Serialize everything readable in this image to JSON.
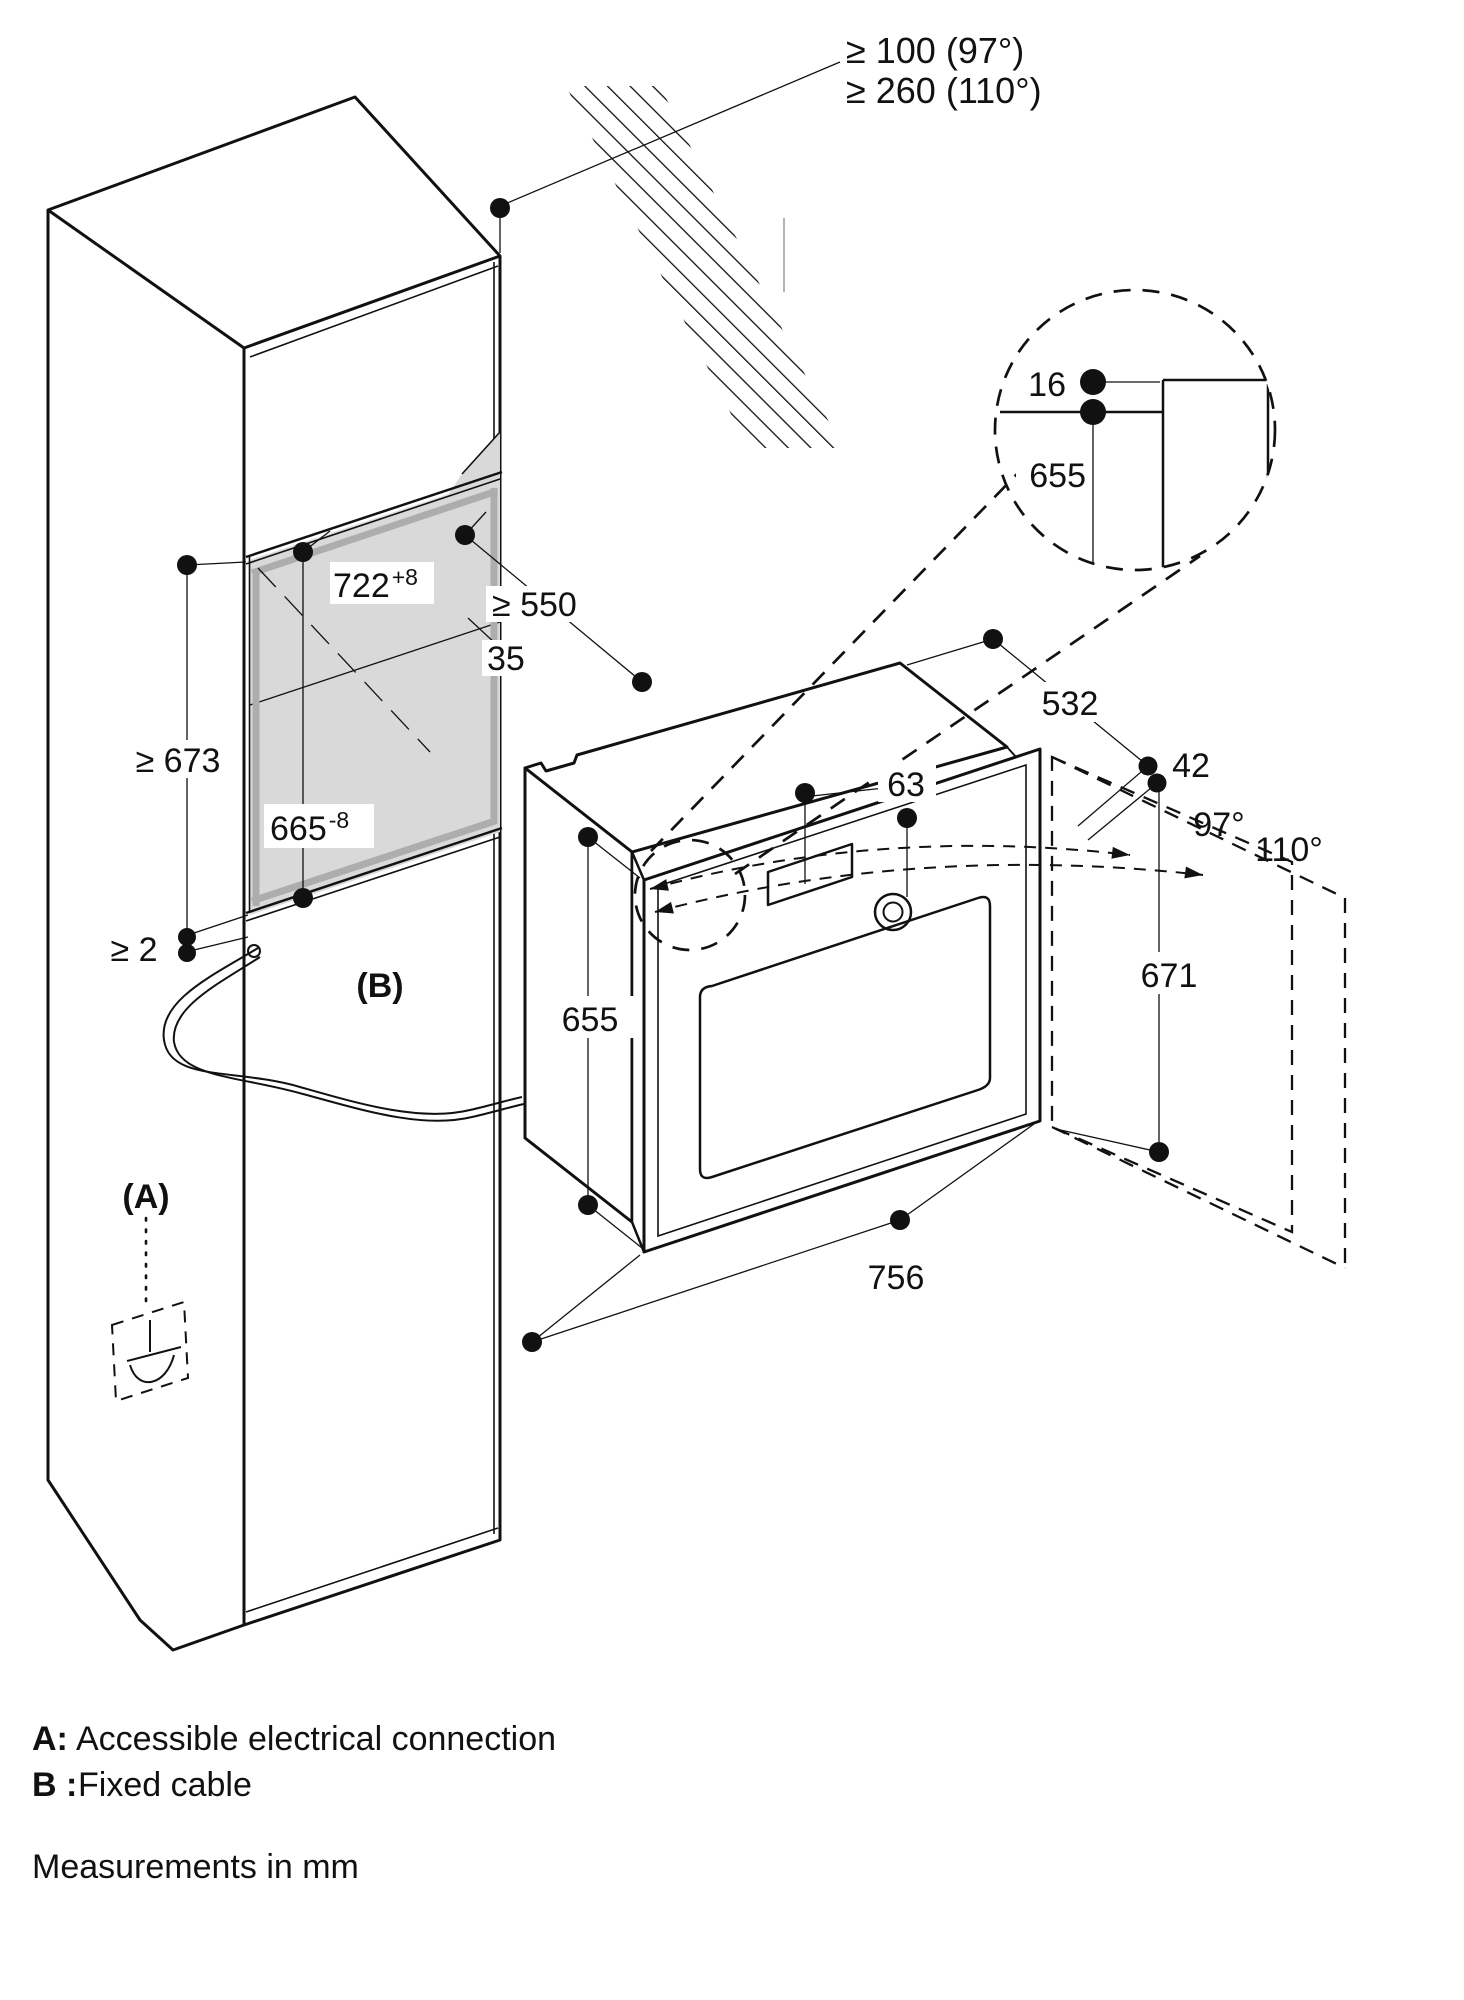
{
  "clearances": {
    "line1": "≥ 100 (97°)",
    "line2": "≥ 260 (110°)"
  },
  "detail": {
    "gap": "16",
    "height": "655"
  },
  "niche": {
    "width": "722",
    "width_tol": "+8",
    "depth": "≥ 550",
    "strip": "35",
    "height_min": "≥ 673",
    "height": "665",
    "height_tol": "-8",
    "bottom_gap": "≥ 2"
  },
  "oven": {
    "height": "655",
    "width": "756",
    "door_height": "671",
    "depth": "532",
    "door_gap": "42",
    "knob_offset": "63",
    "angle_small": "97°",
    "angle_large": "110°"
  },
  "markers": {
    "a": "(A)",
    "b": "(B)"
  },
  "legend": {
    "a_key": "A:",
    "a_text": "Accessible electrical connection",
    "b_key": "B :",
    "b_text": "Fixed cable",
    "note": "Measurements in mm"
  },
  "colors": {
    "line": "#111111",
    "shade": "#d9d9d9",
    "edge_highlight": "#adadad"
  }
}
